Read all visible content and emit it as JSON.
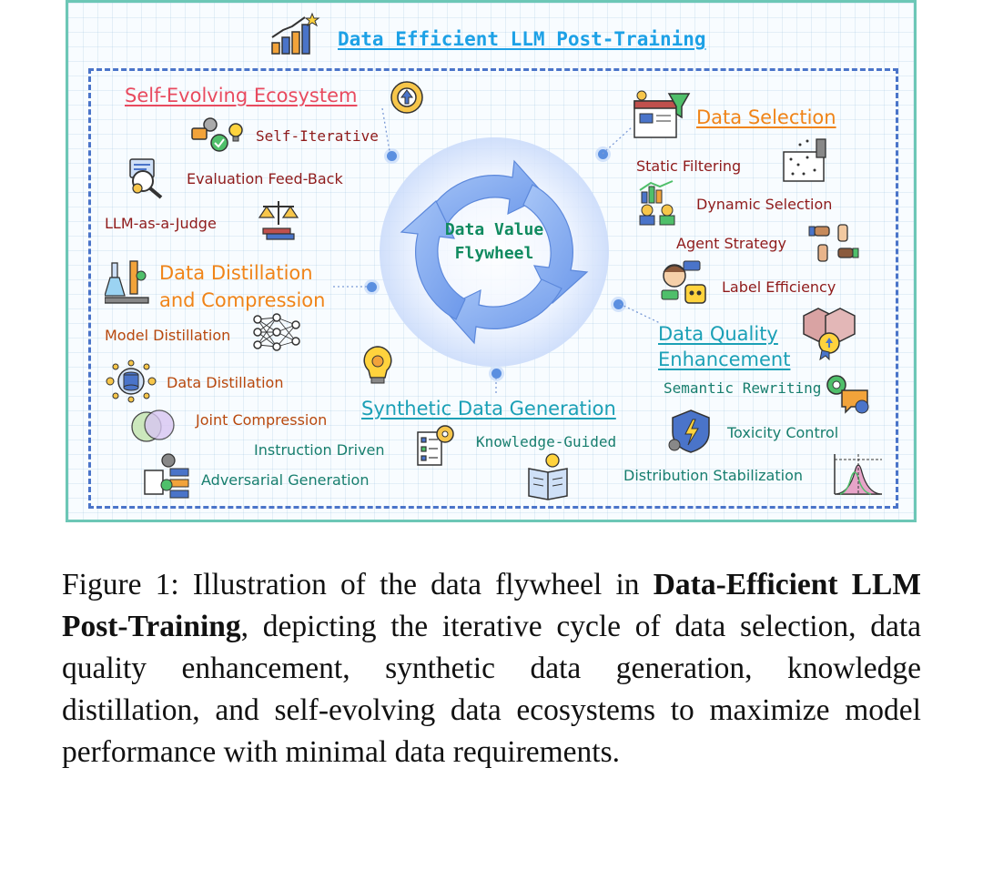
{
  "figure": {
    "title": "Data Efficient LLM Post-Training",
    "center_label_line1": "Data Value",
    "center_label_line2": "Flywheel",
    "self_evolving": {
      "heading": "Self-Evolving Ecosystem",
      "items": [
        "Self-Iterative",
        "Evaluation Feed-Back",
        "LLM-as-a-Judge"
      ]
    },
    "distillation": {
      "heading_line1": "Data Distillation",
      "heading_line2": "and Compression",
      "items": [
        "Model Distillation",
        "Data Distillation",
        "Joint Compression"
      ]
    },
    "synthetic": {
      "heading": "Synthetic Data Generation",
      "items": [
        "Instruction Driven",
        "Knowledge-Guided",
        "Adversarial Generation"
      ]
    },
    "selection": {
      "heading": "Data Selection",
      "items": [
        "Static Filtering",
        "Dynamic Selection",
        "Agent Strategy",
        "Label Efficiency"
      ]
    },
    "quality": {
      "heading_line1": "Data Quality",
      "heading_line2": "Enhancement",
      "items": [
        "Semantic Rewriting",
        "Toxicity Control",
        "Distribution Stabilization"
      ]
    },
    "icons": [
      "chart-trophy-icon",
      "gear-cycle-icon",
      "gears-bulb-icon",
      "magnifier-icon",
      "scales-icon",
      "lab-flask-icon",
      "neural-net-icon",
      "database-gear-icon",
      "venn-icon",
      "flowchart-gear-icon",
      "lightbulb-gear-icon",
      "checklist-gear-icon",
      "book-bulb-icon",
      "web-filter-icon",
      "scatter-box-icon",
      "people-chart-icon",
      "hands-square-icon",
      "child-robot-icon",
      "boxes-badge-icon",
      "gear-chat-icon",
      "shield-bolt-icon",
      "bell-curve-icon"
    ],
    "colors": {
      "frame": "#6cc7b6",
      "dashed_box": "#4a74c9",
      "title": "#1da1e6",
      "self_evolving": "#e84a5f",
      "orange_heading": "#f08418",
      "teal_heading": "#1ba0b6",
      "flywheel": "#7fa9f0"
    }
  },
  "caption": {
    "label": "Figure 1:",
    "text_before": " Illustration of the data flywheel in ",
    "bold": "Data-Efficient LLM Post-Training",
    "text_after": ", depicting the iterative cycle of data selection, data quality enhancement, synthetic data generation, knowledge distillation, and self-evolving data ecosystems to maximize model performance with minimal data requirements."
  }
}
